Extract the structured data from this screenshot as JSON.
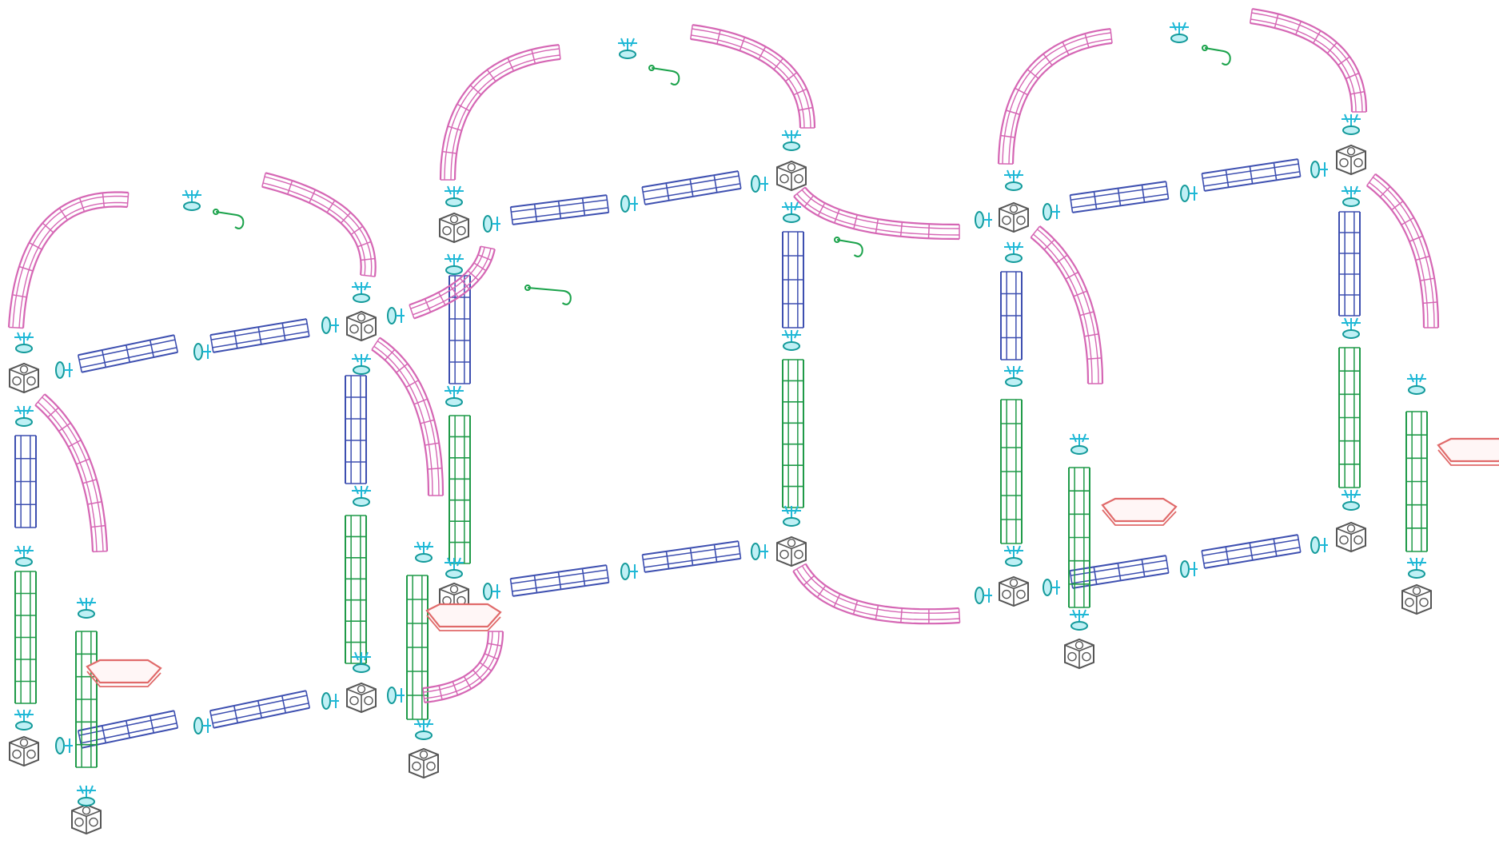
{
  "title": "",
  "diagram": {
    "kind": "exploded-isometric-truss-assembly",
    "visible_text": [],
    "colors": {
      "straight_truss": "#3d4fb0",
      "vertical_truss_green": "#1f9a48",
      "curved_truss": "#d566b4",
      "connector": "#1fb8d6",
      "connector_dark": "#139a9a",
      "corner_block": "#555555",
      "shelf": "#e06a6a",
      "hook": "#1aa24a"
    },
    "parts": {
      "corner_block": "corner-cube-block",
      "connector": "coupler-clamp",
      "straight_truss": "straight-truss-segment",
      "curved_truss": "curved-truss-segment",
      "shelf": "display-shelf-plate",
      "hook": "hanging-hook"
    },
    "counts": {
      "frames": 4,
      "shelves": 4
    }
  }
}
